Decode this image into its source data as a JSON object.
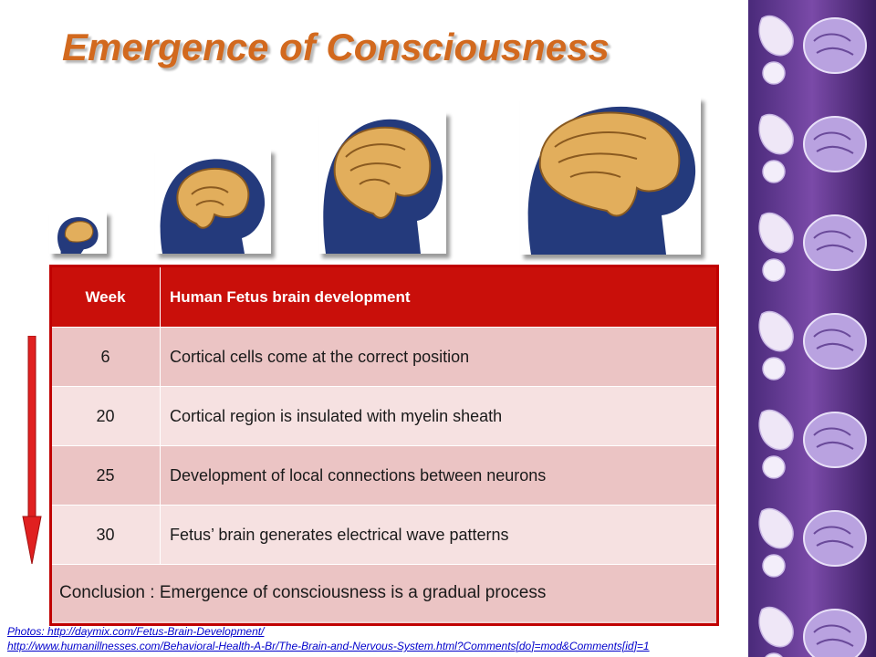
{
  "title": "Emergence of Consciousness",
  "colors": {
    "title": "#d2691e",
    "table_header": "#c90f0a",
    "arrow": "#e02020",
    "link": "#0000cc"
  },
  "table": {
    "headers": [
      "Week",
      "Human Fetus brain development"
    ],
    "rows": [
      {
        "week": "6",
        "text": "Cortical cells come at the correct position"
      },
      {
        "week": "20",
        "text": "Cortical region is insulated with myelin sheath"
      },
      {
        "week": "25",
        "text": "Development of local connections between neurons"
      },
      {
        "week": "30",
        "text": "Fetus’ brain generates electrical wave patterns"
      }
    ],
    "conclusion": "Conclusion : Emergence of consciousness is a gradual process"
  },
  "credits": {
    "line1": "Photos: http://daymix.com/Fetus-Brain-Development/",
    "line2": "http://www.humanillnesses.com/Behavioral-Health-A-Br/The-Brain-and-Nervous-System.html?Comments[do]=mod&Comments[id]=1"
  },
  "images": [
    "brain-week-6-image",
    "brain-week-20-image",
    "brain-week-25-image",
    "brain-week-30-image"
  ]
}
